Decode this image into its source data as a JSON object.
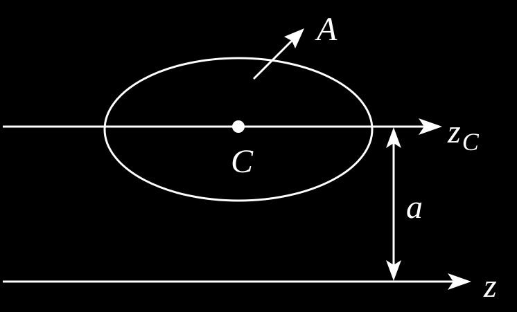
{
  "labels": {
    "area": "A",
    "centroid": "C",
    "centroid_axis_main": "z",
    "centroid_axis_sub": "C",
    "distance": "a",
    "parallel_axis": "z"
  },
  "colors": {
    "background": "#000000",
    "stroke": "#ffffff"
  }
}
